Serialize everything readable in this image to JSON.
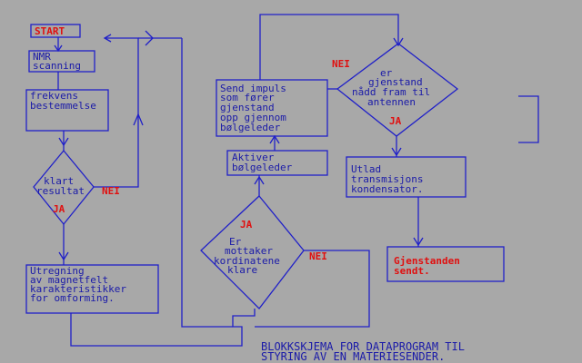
{
  "colors": {
    "background": "#a8a8a8",
    "line": "#2020c8",
    "text": "#1a1aa8",
    "accent": "#e01010"
  },
  "nodes": {
    "start": "START",
    "nmr": [
      "NMR",
      "scanning"
    ],
    "frekvens": [
      "frekvens",
      "bestemmelse"
    ],
    "klart": [
      "klart",
      "resultat"
    ],
    "utregning": [
      "Utregning",
      "av magnetfelt",
      "karakteristikker",
      "for omforming."
    ],
    "send": [
      "Send impuls",
      "som fører",
      "gjenstand",
      "opp gjennom",
      "bølgeleder"
    ],
    "gjenstand": [
      "er",
      "gjenstand",
      "nådd fram til",
      "antennen"
    ],
    "aktiver": [
      "Aktiver",
      "bølgeleder"
    ],
    "utlad": [
      "Utlad",
      "transmisjons",
      "kondensator."
    ],
    "notaker": [
      "Er",
      "mottaker",
      "kordinatene",
      "klare"
    ],
    "sendt": [
      "Gjenstanden",
      "sendt."
    ]
  },
  "labels": {
    "nei1": "NEI",
    "ja1": "JA",
    "nei2": "NEI",
    "ja2": "JA",
    "nei3": "NEI",
    "ja3": "JA"
  },
  "caption": [
    "BLOKKSKJEMA FOR DATAPROGRAM TIL",
    "STYRING AV EN MATERIESENDER."
  ]
}
